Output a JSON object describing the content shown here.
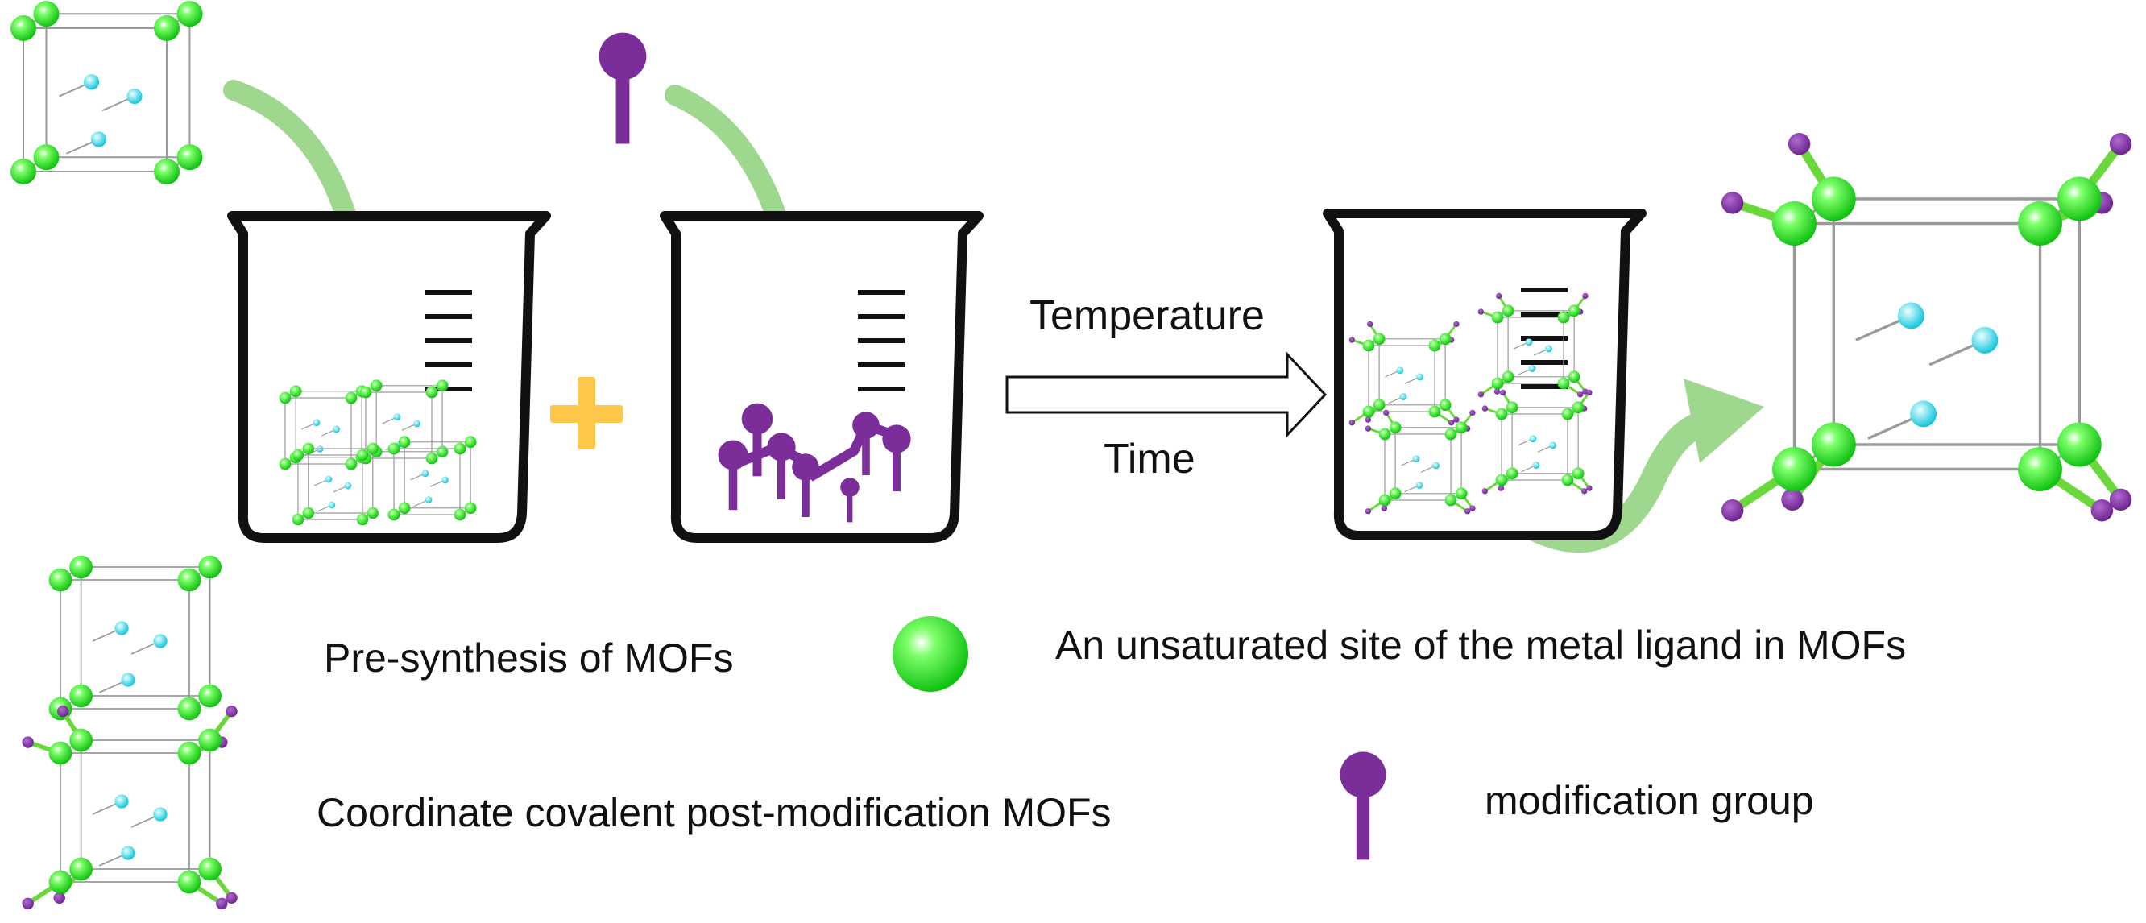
{
  "process": {
    "temperature_label": "Temperature",
    "time_label": "Time"
  },
  "legend": {
    "pre_synthesis": "Pre-synthesis of MOFs",
    "post_modification": "Coordinate covalent post-modification MOFs",
    "unsaturated_site": "An unsaturated site of the metal ligand in MOFs",
    "modification_group": "modification group"
  },
  "colors": {
    "metal_node": "#22dd22",
    "linker_node": "#22d3e6",
    "modification_group": "#7b2d9a",
    "flow_arrow": "#9ed88e",
    "plus_sign": "#ffc84a",
    "beaker_outline": "#111111"
  }
}
